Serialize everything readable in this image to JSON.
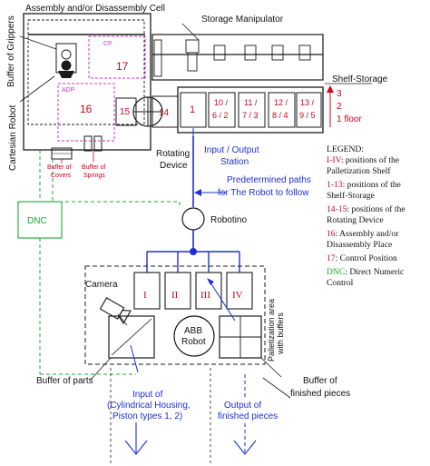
{
  "labels": {
    "cell_title": "Assembly  and/or Disassembly Cell",
    "storage_manipulator": "Storage Manipulator",
    "buffer_grippers": "Buffer of Grippers",
    "cartesian_robot": "Cartesian Robot",
    "shelf_storage": "Shelf-Storage",
    "cp": "CP",
    "adp": "ADP",
    "pos_17": "17",
    "pos_16": "16",
    "pos_15": "15",
    "pos_14": "14",
    "pos_1": "1",
    "cell_10_6": "10 / 6 / 2",
    "cell_11_7": "11 / 7 / 3",
    "cell_12_8": "12 / 8 / 4",
    "cell_13_9": "13 / 9 / 5",
    "floor_3": "3",
    "floor_2": "2",
    "floor_1": "1 floor",
    "buffer_covers": "Buffer of Covers",
    "buffer_springs": "Buffer of Springs",
    "rotating_device": "Rotating Device",
    "io_station": "Input / Output Station",
    "predetermined_paths": "Predetermined paths for The Robot to follow",
    "dnc": "DNC",
    "robotino": "Robotino",
    "camera": "Camera",
    "pal_I": "I",
    "pal_II": "II",
    "pal_III": "III",
    "pal_IV": "IV",
    "abb_robot": "ABB Robot",
    "palletization_area": "Palletization area with buffers",
    "buffer_parts": "Buffer of parts",
    "input_of": "Input of (Cylindrical Housing, Piston types 1, 2)",
    "output_finished": "Output of finished pieces",
    "buffer_finished": "Buffer of finished pieces"
  },
  "legend": {
    "title": "LEGEND:",
    "items": [
      {
        "key": "I-IV",
        "text": ": positions of the",
        "cont": "Palletization Shelf"
      },
      {
        "key": "1-13",
        "text": ": positions of the",
        "cont": "Shelf-Storage"
      },
      {
        "key": "14-15",
        "text": ": positions of the",
        "cont": "Rotating Device"
      },
      {
        "key": "16",
        "text": ": Assembly and/or",
        "cont": "Disassembly Place"
      },
      {
        "key": "17",
        "text": ": Control Position",
        "cont": ""
      },
      {
        "key": "DNC",
        "text": ": Direct Numeric",
        "cont": "Control"
      }
    ]
  },
  "colors": {
    "line": "#1a1a1a",
    "red": "#d0021b",
    "magenta": "#d531c8",
    "blue": "#1f2fd6",
    "green": "#1aa832"
  }
}
